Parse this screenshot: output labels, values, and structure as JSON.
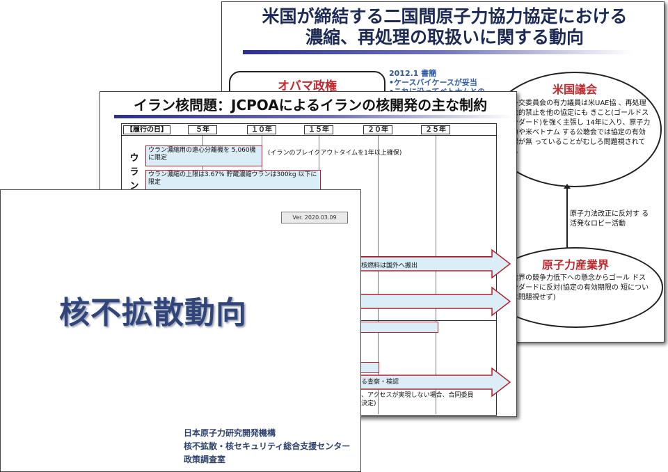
{
  "back_slide": {
    "title_line1": "米国が締結する二国間原子力協力協定における",
    "title_line2": "濃縮、再処理の取扱いに関する動向",
    "obama_label": "オバマ政権",
    "memo_lines": [
      "2012.1 書簡",
      "•ケースバイケースが妥当",
      "•これに沿ってベトナムとの"
    ],
    "congress_label": "米国議会",
    "congress_text": "院外交委員会の有力議員は米UAE協 、再処理の法的禁止を他の協定にも きこと(ゴールドスタンダード)を強く主張し 14年に入り、原子力協力や米ベトナム する公聴会では協定の有効期限が無 っていることがむしろ問題視されている",
    "lobby_text": "原子力法改正に反対す る活発なロビー活動",
    "industry_label": "原子力産業界",
    "industry_text": "産業界の競争力低下への懸念からゴール ドスタンダードに反対(協定の有効期限の 短については問題視せず)"
  },
  "middle_slide": {
    "title": "イラン核問題：JCPOAによるイランの核開発の主な制約",
    "years": [
      "【履行の日】",
      "５年",
      "１０年",
      "１５年",
      "２０年",
      "２５年"
    ],
    "vertical_label": "ウラン",
    "bar1": "ウラン濃縮用の遠心分離機を 5,060機に限定",
    "breakout_note": "(イランのブレイクアウトタイムを1年以上確保)",
    "bar2": "ウラン濃縮の上限は3.67% 貯蔵濃縮ウランは300kg 以下に限定",
    "fuel_note": "核燃料は国外へ搬出",
    "inspect_note": "る査察・検認",
    "access_note_1": "、アクセスが実現しない場合、合同委員",
    "access_note_2": "決定)"
  },
  "front_slide": {
    "version": "Ver. 2020.03.09",
    "title": "核不拡散動向",
    "org_line1": "日本原子力研究開発機構",
    "org_line2": "核不拡散・核セキュリティ総合支援センター",
    "org_line3": "政策調査室"
  },
  "colors": {
    "accent_red": "#c0282d",
    "title_navy": "#30467a",
    "bar_fill": "#dbeef7",
    "memo_blue": "#2a5aa8"
  }
}
